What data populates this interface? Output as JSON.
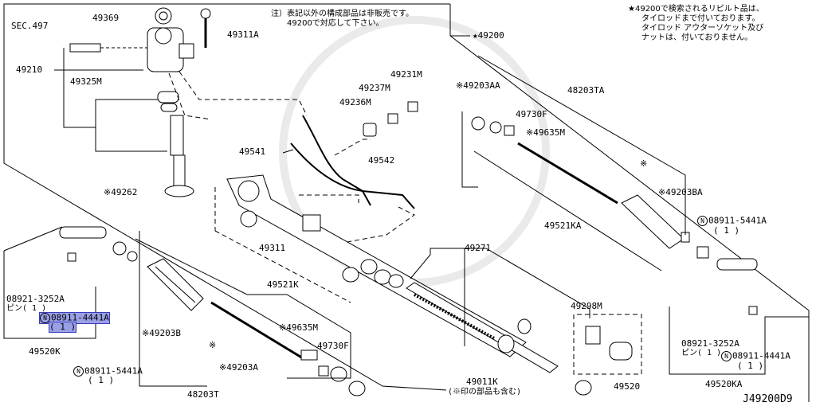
{
  "note_top": {
    "line1": "注）表記以外の構成部品は非販売です。",
    "line2": "49200で対応して下さい。"
  },
  "note_right": {
    "line1": "★49200で検索されるリビルト品は、",
    "line2": "タイロッドまで付いております。",
    "line3": "タイロッド アウターソケット及び",
    "line4": "ナットは、付いておりません。"
  },
  "labels": {
    "sec497": "SEC.497",
    "p49369": "49369",
    "p49311A": "49311A",
    "p49210": "49210",
    "p49325M": "49325M",
    "p49262": "※49262",
    "p49541": "49541",
    "p49542": "49542",
    "p49231M": "49231M",
    "p49237M": "49237M",
    "p49236M": "49236M",
    "p49311": "49311",
    "p49521K": "49521K",
    "p49635M_l": "※49635M",
    "p49730F_l": "49730F",
    "p49203B": "※49203B",
    "p49203A": "※49203A",
    "p48203T": "48203T",
    "p49271": "49271",
    "p49011K": "49011K",
    "p49011K_note": "(※印の部品も含む)",
    "p49298M": "49298M",
    "p49520": "49520",
    "p49200": "★49200",
    "p49203AA": "※49203AA",
    "p48203TA": "48203TA",
    "p49730F_r": "49730F",
    "p49635M_r": "※49635M",
    "p49521KA": "49521KA",
    "p49203BA": "※49203BA",
    "p08911_5441A_r": "08911-5441A",
    "p08911_5441A_r_qty": "( 1 )",
    "p08921_3252A_l": "08921-3252A",
    "p08921_3252A_l_pin": "ピン( 1 )",
    "p08911_4441A_l": "08911-4441A",
    "p08911_4441A_l_qty": "( 1 )",
    "p49520K": "49520K",
    "p08911_5441A_l": "08911-5441A",
    "p08911_5441A_l_qty": "( 1 )",
    "p08921_3252A_r": "08921-3252A",
    "p08921_3252A_r_pin": "ピン( 1 )",
    "p08911_4441A_r": "08911-4441A",
    "p08911_4441A_r_qty": "( 1 )",
    "p49520KA": "49520KA",
    "nut_mark": "N",
    "star_mark": "※",
    "ref_code": "J49200D9"
  },
  "colors": {
    "line": "#000000",
    "highlight": "#9aa0e6",
    "watermark": "#e6e6e6"
  }
}
